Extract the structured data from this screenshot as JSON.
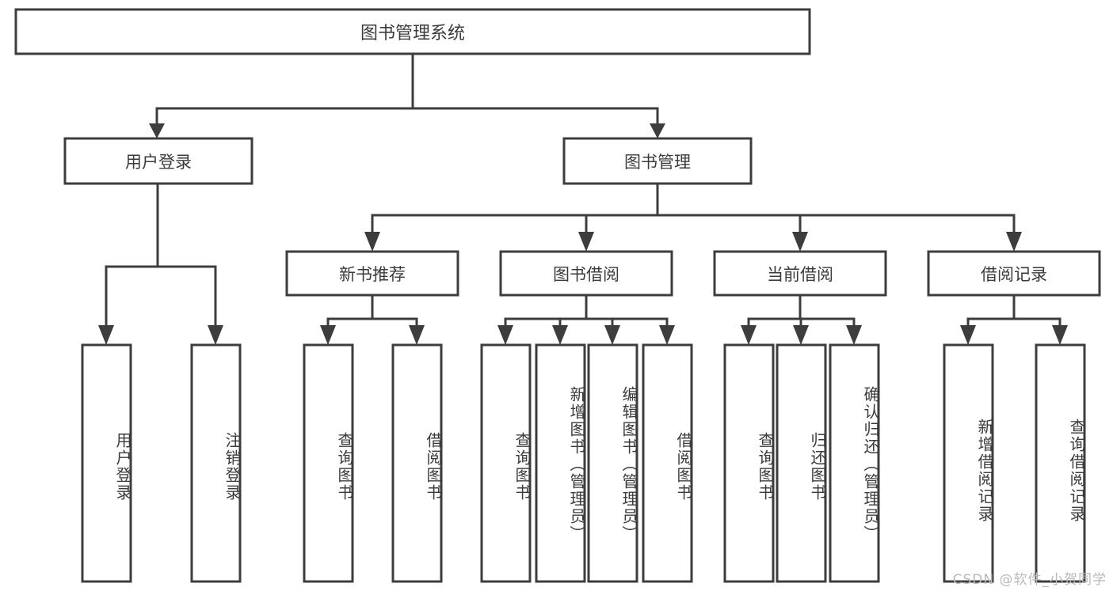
{
  "diagram": {
    "title": "图书管理系统",
    "type": "tree",
    "style": {
      "background": "#ffffff",
      "box_fill": "#ffffff",
      "box_stroke": "#3d3d3d",
      "text_color": "#3b3b3b",
      "connector_color": "#3d3d3d",
      "watermark_color": "#b9b9b9"
    },
    "root": {
      "label": "图书管理系统"
    },
    "level2": [
      {
        "label": "用户登录"
      },
      {
        "label": "图书管理"
      }
    ],
    "level3": [
      {
        "label": "新书推荐"
      },
      {
        "label": "图书借阅"
      },
      {
        "label": "当前借阅"
      },
      {
        "label": "借阅记录"
      }
    ],
    "leaves": {
      "user_login": [
        {
          "label": "用户登录"
        },
        {
          "label": "注销登录"
        }
      ],
      "new_book_recommend": [
        {
          "label": "查询图书"
        },
        {
          "label": "借阅图书"
        }
      ],
      "book_borrow": [
        {
          "label": "查询图书"
        },
        {
          "label": "新增图书（管理员）"
        },
        {
          "label": "编辑图书（管理员）"
        },
        {
          "label": "借阅图书"
        }
      ],
      "current_borrow": [
        {
          "label": "查询图书"
        },
        {
          "label": "归还图书"
        },
        {
          "label": "确认归还（管理员）"
        }
      ],
      "borrow_record": [
        {
          "label": "新增借阅记录"
        },
        {
          "label": "查询借阅记录"
        }
      ]
    }
  },
  "watermark": {
    "text": "CSDN @软件_小贺同学"
  }
}
